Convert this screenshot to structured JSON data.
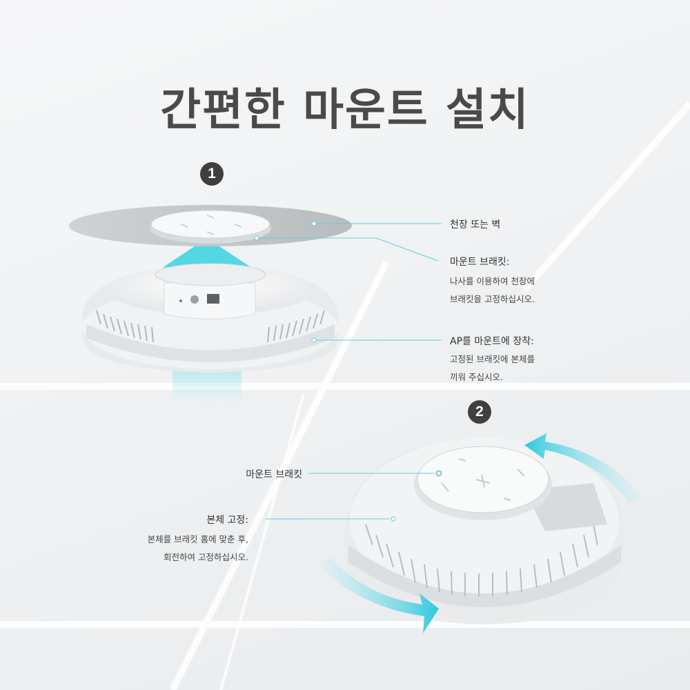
{
  "title": "간편한 마운트 설치",
  "steps": {
    "one": "1",
    "two": "2"
  },
  "step1": {
    "ceiling_label": "천장 또는 벽",
    "bracket_title": "마운트 브래킷:",
    "bracket_desc": [
      "나사를 이용하여 천장에",
      "브래킷을 고정하십시오."
    ],
    "attach_title": "AP를 마운트에 장착:",
    "attach_desc": [
      "고정된 브래킷에 본체를",
      "끼워 주십시오."
    ]
  },
  "step2": {
    "bracket_label": "마운트 브래킷",
    "fix_title": "본체 고정:",
    "fix_desc": [
      "본체를 브래킷 홈에 맞춘 후,",
      "회전하여 고정하십시오."
    ]
  },
  "colors": {
    "accent": "#4fd6e3",
    "title": "#4a4a4a",
    "device": "#f4f5f6",
    "line": "#5fcfdc"
  },
  "icons": [
    "rotate-arrow-icon",
    "up-arrow-icon"
  ]
}
